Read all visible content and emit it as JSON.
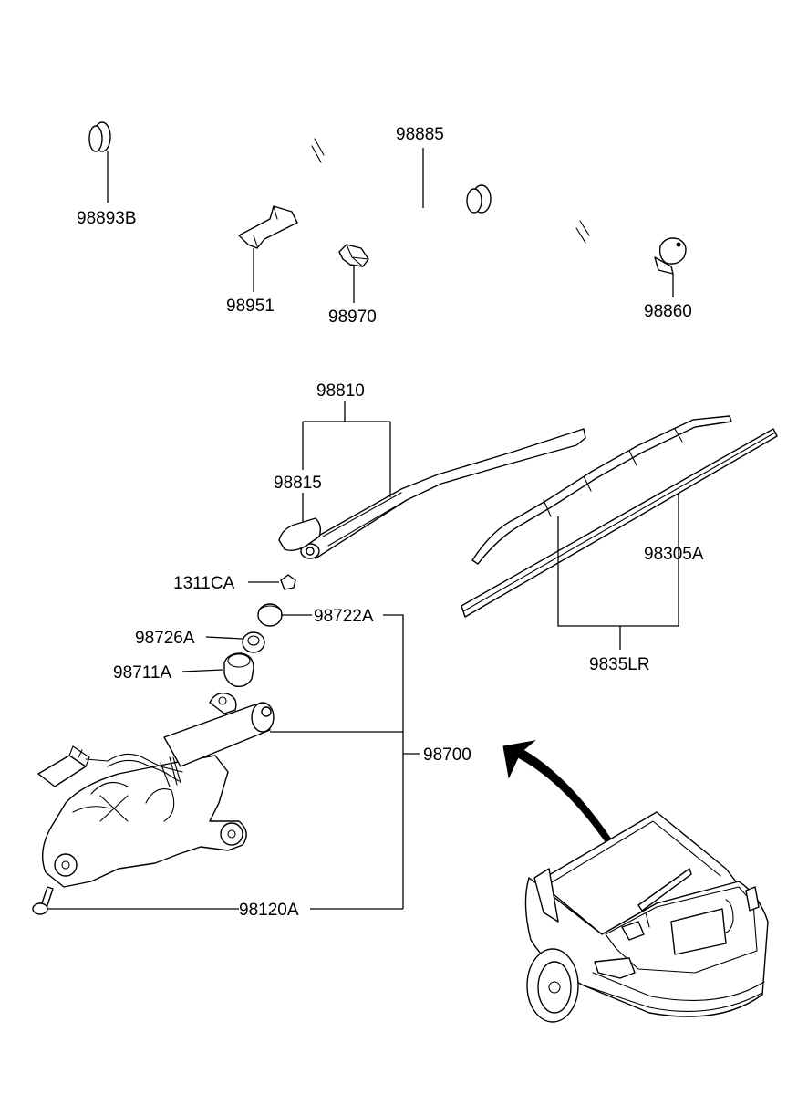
{
  "labels": {
    "hose": "98885",
    "hose_connector": "98893B",
    "clip_a": "98951",
    "clip_b": "98970",
    "nozzle": "98860",
    "arm_assy": "98810",
    "arm_cap": "98815",
    "blade_assy": "98305A",
    "refill": "9835LR",
    "nut": "1311CA",
    "cap": "98722A",
    "washer": "98726A",
    "bushing": "98711A",
    "motor_assy": "98700",
    "bolt": "98120A"
  },
  "icons": {
    "arrow": "curved-arrow-icon",
    "car": "hatchback-rear-view-icon"
  }
}
